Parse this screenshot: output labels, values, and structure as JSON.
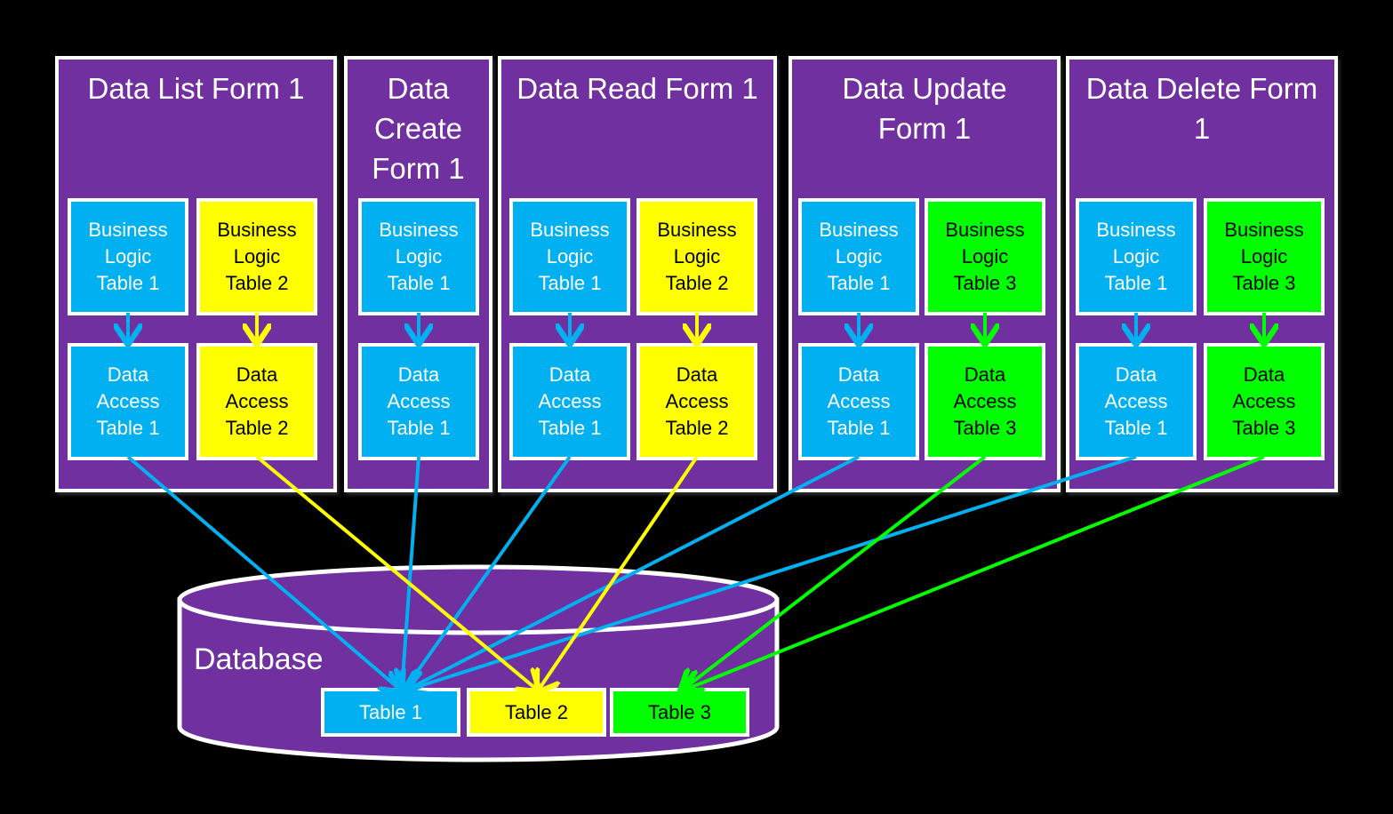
{
  "colors": {
    "purple": "#7030a0",
    "table1": "#00b0f0",
    "table2": "#ffff00",
    "table3": "#00ff00",
    "border": "#ffffff",
    "background": "#000000"
  },
  "forms": [
    {
      "title": "Data List Form 1",
      "columns": [
        {
          "color": "blue",
          "logic": "Business\nLogic\nTable 1",
          "access": "Data\nAccess\nTable 1"
        },
        {
          "color": "yellow",
          "logic": "Business\nLogic\nTable 2",
          "access": "Data\nAccess\nTable 2"
        }
      ]
    },
    {
      "title": "Data\nCreate\nForm 1",
      "columns": [
        {
          "color": "blue",
          "logic": "Business\nLogic\nTable 1",
          "access": "Data\nAccess\nTable 1"
        }
      ]
    },
    {
      "title": "Data Read Form 1",
      "columns": [
        {
          "color": "blue",
          "logic": "Business\nLogic\nTable 1",
          "access": "Data\nAccess\nTable 1"
        },
        {
          "color": "yellow",
          "logic": "Business\nLogic\nTable 2",
          "access": "Data\nAccess\nTable 2"
        }
      ]
    },
    {
      "title": "Data Update\nForm 1",
      "columns": [
        {
          "color": "blue",
          "logic": "Business\nLogic\nTable 1",
          "access": "Data\nAccess\nTable 1"
        },
        {
          "color": "green",
          "logic": "Business\nLogic\nTable 3",
          "access": "Data\nAccess\nTable 3"
        }
      ]
    },
    {
      "title": "Data Delete Form\n1",
      "columns": [
        {
          "color": "blue",
          "logic": "Business\nLogic\nTable 1",
          "access": "Data\nAccess\nTable 1"
        },
        {
          "color": "green",
          "logic": "Business\nLogic\nTable 3",
          "access": "Data\nAccess\nTable 3"
        }
      ]
    }
  ],
  "database": {
    "label": "Database",
    "tables": [
      {
        "label": "Table 1",
        "color": "blue"
      },
      {
        "label": "Table 2",
        "color": "yellow"
      },
      {
        "label": "Table 3",
        "color": "green"
      }
    ]
  }
}
